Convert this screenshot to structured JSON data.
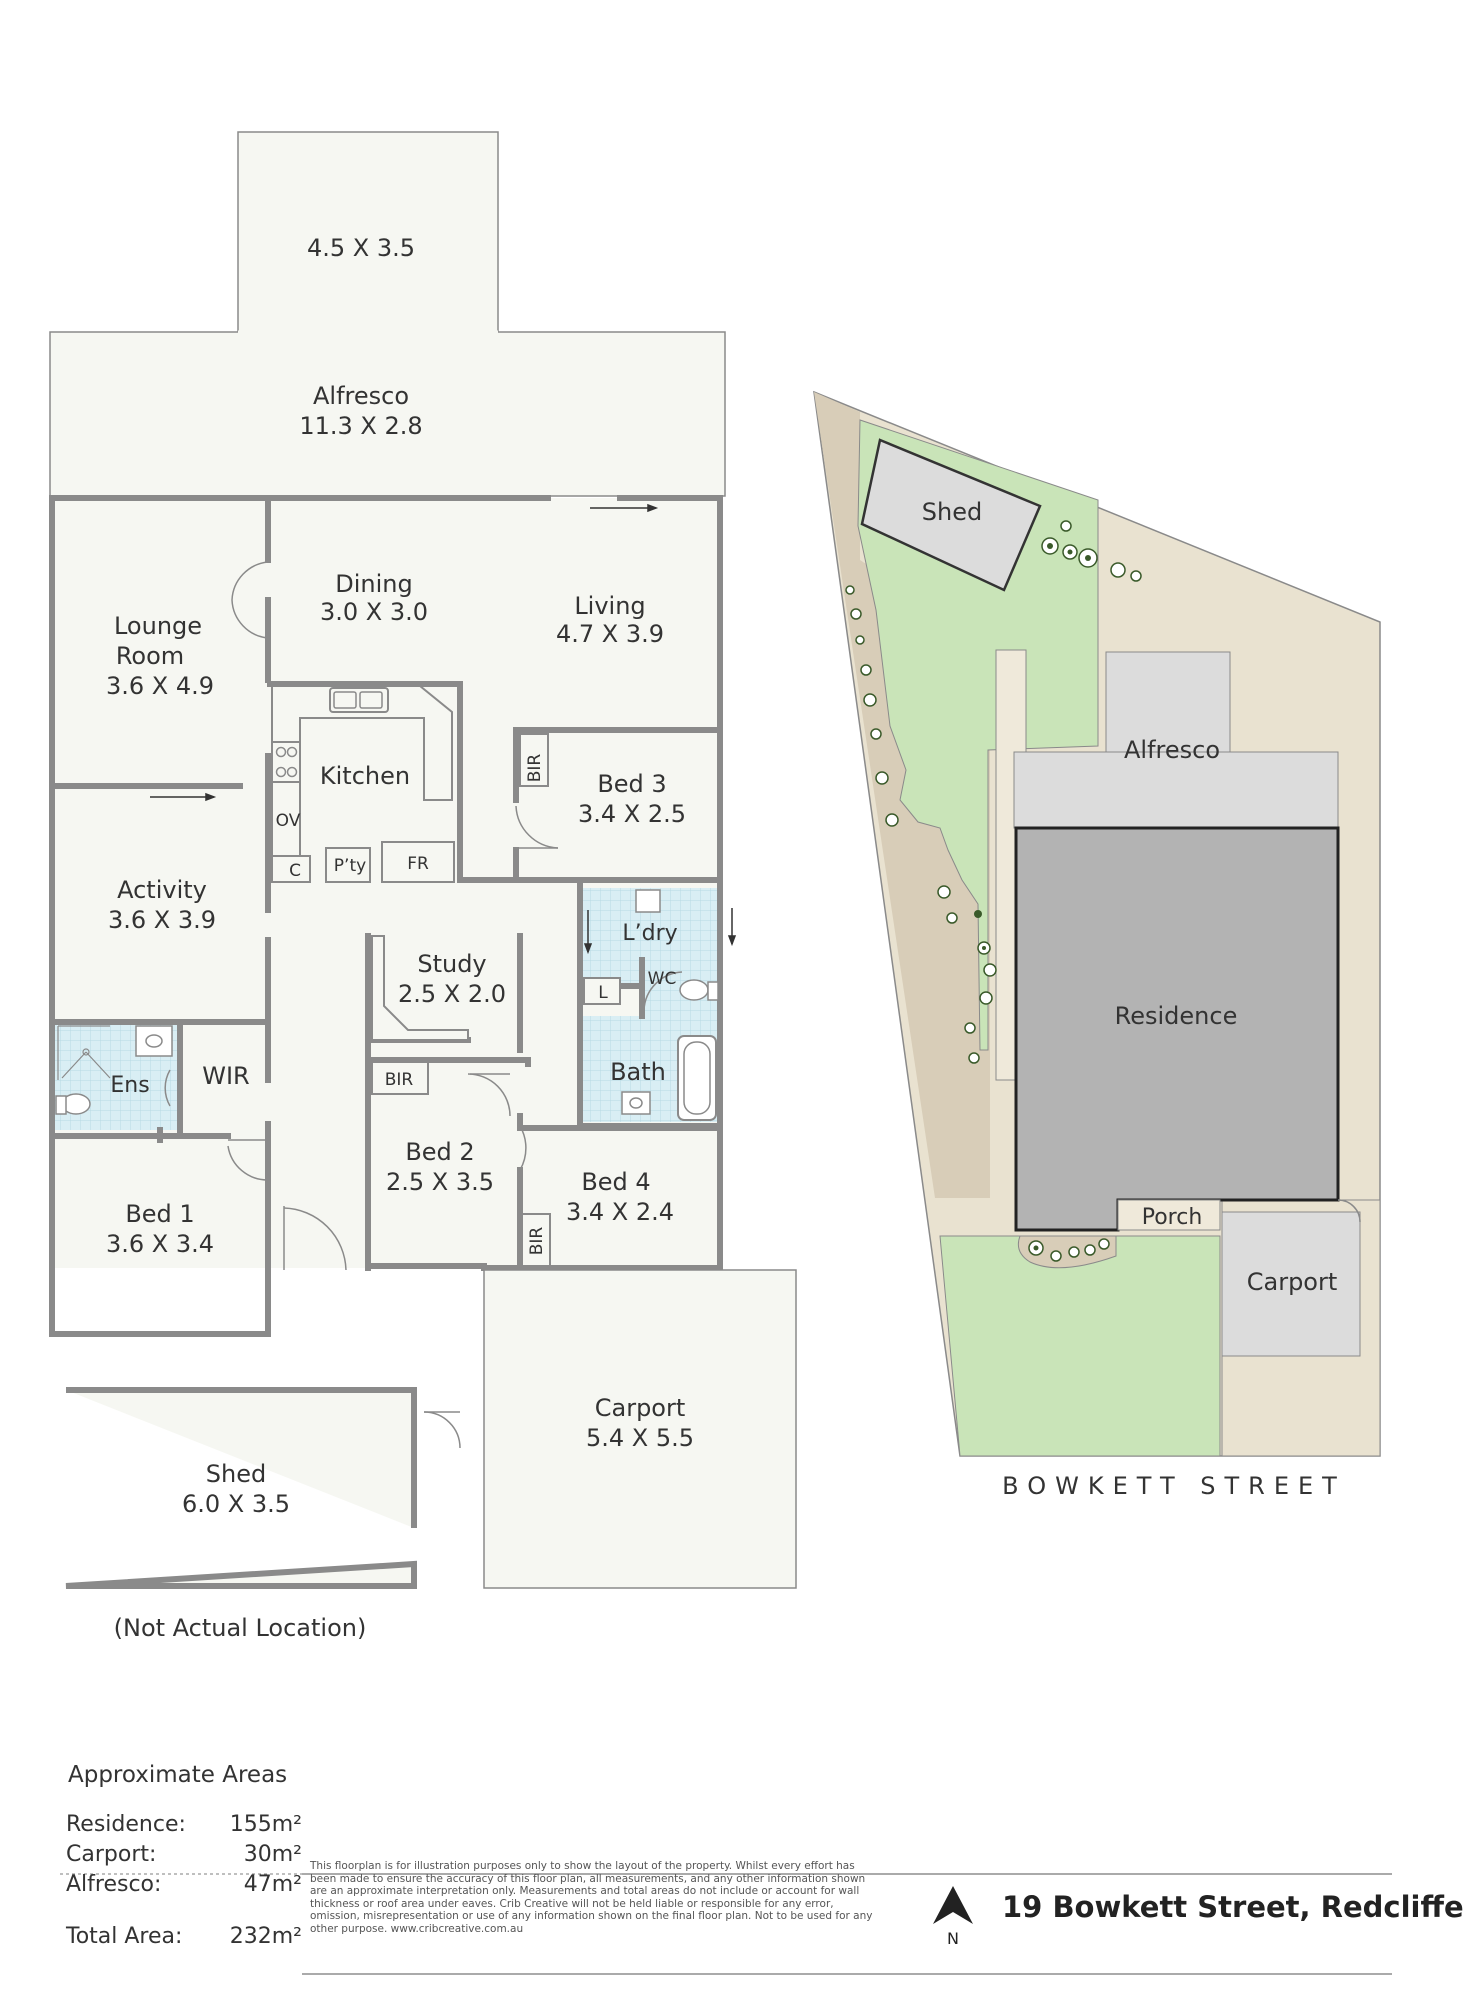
{
  "rooms": {
    "extension": {
      "size": "4.5 X 3.5"
    },
    "alfresco": {
      "name": "Alfresco",
      "size": "11.3 X 2.8"
    },
    "dining": {
      "name": "Dining",
      "size": "3.0 X 3.0"
    },
    "living": {
      "name": "Living",
      "size": "4.7 X 3.9"
    },
    "lounge": {
      "name1": "Lounge",
      "name2": "Room",
      "size": "3.6 X 4.9"
    },
    "kitchen": {
      "name": "Kitchen"
    },
    "oven": {
      "label": "OV"
    },
    "cupboard": {
      "label": "C"
    },
    "pantry": {
      "label": "P’ty"
    },
    "fridge": {
      "label": "FR"
    },
    "bed3": {
      "name": "Bed 3",
      "size": "3.4 X 2.5",
      "bir": "BIR"
    },
    "activity": {
      "name": "Activity",
      "size": "3.6 X 3.9"
    },
    "laundry": {
      "name": "L’dry",
      "linen": "L"
    },
    "wc": {
      "label": "WC"
    },
    "study": {
      "name": "Study",
      "size": "2.5 X 2.0"
    },
    "bath": {
      "name": "Bath"
    },
    "ensuite": {
      "name": "Ens"
    },
    "wir": {
      "name": "WIR"
    },
    "bed2": {
      "name": "Bed 2",
      "size": "2.5 X 3.5",
      "bir": "BIR"
    },
    "bed4": {
      "name": "Bed 4",
      "size": "3.4 X 2.4",
      "bir": "BIR"
    },
    "bed1": {
      "name": "Bed 1",
      "size": "3.6 X 3.4"
    },
    "shed": {
      "name": "Shed",
      "size": "6.0 X 3.5",
      "note": "(Not Actual Location)"
    },
    "carport": {
      "name": "Carport",
      "size": "5.4 X 5.5"
    }
  },
  "site": {
    "shed": "Shed",
    "alfresco": "Alfresco",
    "residence": "Residence",
    "porch": "Porch",
    "carport": "Carport",
    "street": "BOWKETT STREET"
  },
  "areas": {
    "title": "Approximate Areas",
    "rows": [
      {
        "label": "Residence:",
        "value": "155m²"
      },
      {
        "label": "Carport:",
        "value": "30m²"
      },
      {
        "label": "Alfresco:",
        "value": "47m²"
      }
    ],
    "total": {
      "label": "Total Area:",
      "value": "232m²"
    }
  },
  "disclaimer": "This floorplan is for illustration purposes only to show the layout of the property. Whilst every effort has been made to ensure the accuracy of this floor plan, all measurements, and any other information shown are an approximate interpretation only. Measurements and total areas do not include or account for wall thickness or roof area under eaves. Crib Creative will not be held liable or responsible for any error, omission, misrepresentation or use of any information shown on the final floor plan. Not to be used for any other purpose. www.cribcreative.com.au",
  "compass": "N",
  "address": "19 Bowkett Street, Redcliffe",
  "colors": {
    "room_fill": "#f6f7f2",
    "wall": "#8a8a8a",
    "lawn": "#c9e4b8",
    "paving": "#e9e2d0",
    "garden_bed": "#d8cdb8",
    "residence": "#b3b3b3",
    "alfresco_site": "#dcdcdc",
    "tile": "#d6ecf2"
  }
}
